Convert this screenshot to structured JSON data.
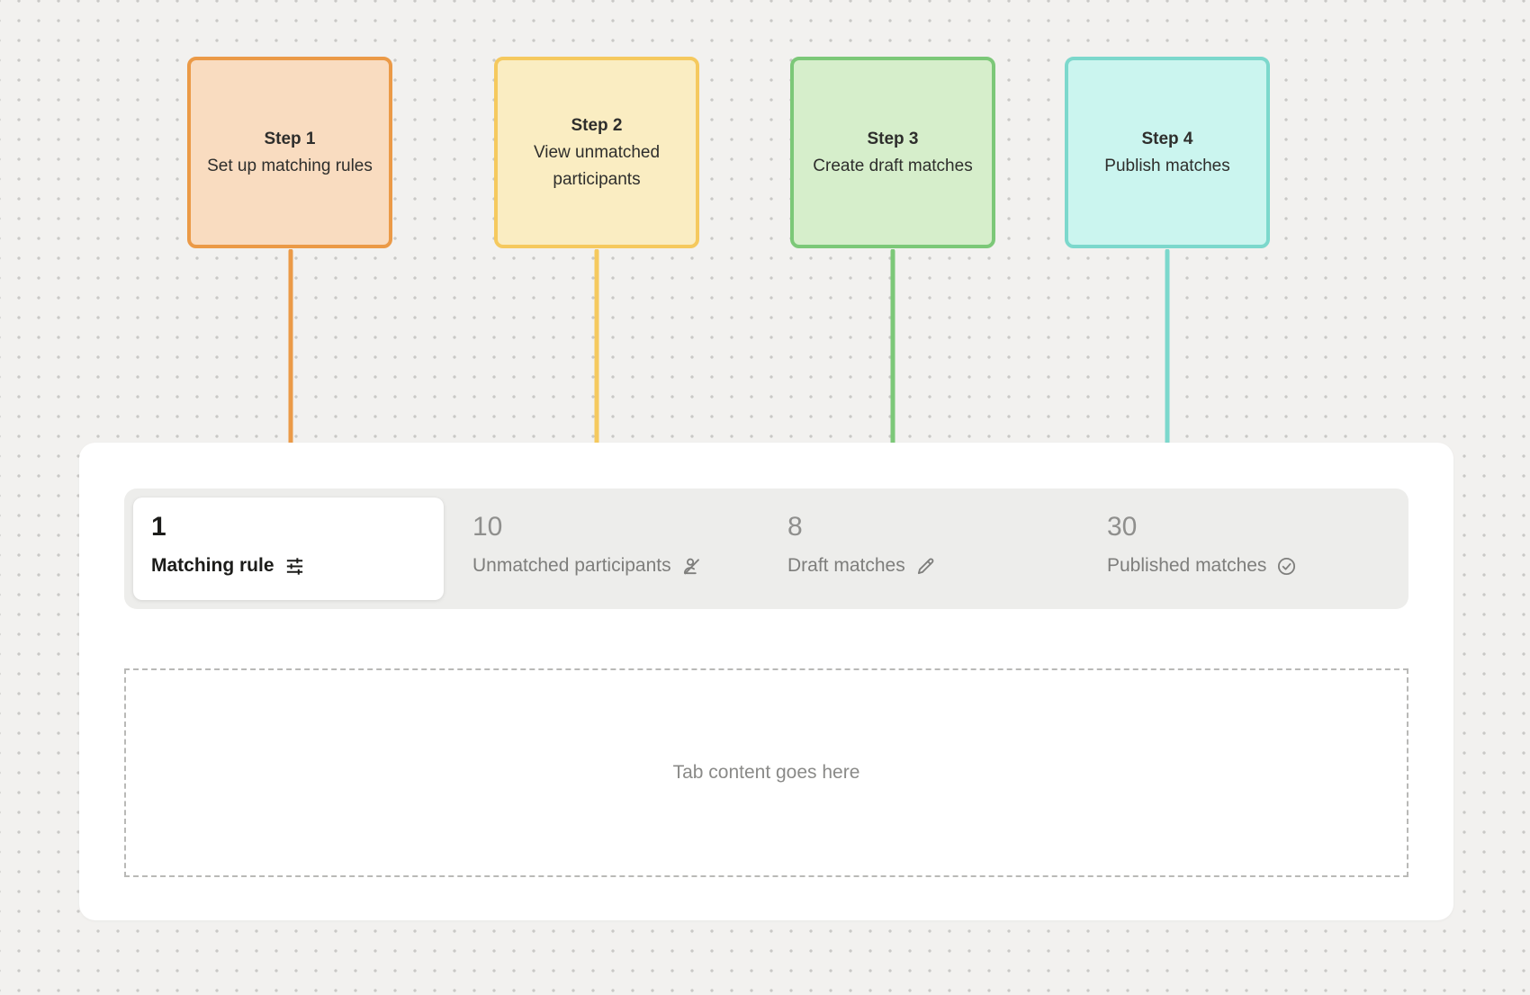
{
  "colors": {
    "background": "#f2f1ef",
    "dot": "#c9c8c6",
    "card": "#ffffff",
    "tabbar_bg": "#ededeb",
    "active_text": "#1c1c1a",
    "inactive_number": "#8f8f8d",
    "inactive_label": "#7e7e7c",
    "placeholder_text": "#8a8a88",
    "dashed_border": "#b9b9b7",
    "step_text": "#2e2e2c"
  },
  "steps": [
    {
      "title": "Step 1",
      "description": "Set up matching rules",
      "fill": "#f9dcc0",
      "border": "#eb9a47"
    },
    {
      "title": "Step 2",
      "description": "View unmatched participants",
      "fill": "#faedc2",
      "border": "#f5c95e"
    },
    {
      "title": "Step 3",
      "description": "Create draft matches",
      "fill": "#d6eecb",
      "border": "#7cc878"
    },
    {
      "title": "Step 4",
      "description": "Publish matches",
      "fill": "#cbf5ef",
      "border": "#7cd8cc"
    }
  ],
  "tabs": [
    {
      "count": "1",
      "label": "Matching rule",
      "icon": "sliders-icon",
      "active": true
    },
    {
      "count": "10",
      "label": "Unmatched participants",
      "icon": "user-slash-icon",
      "active": false
    },
    {
      "count": "8",
      "label": "Draft matches",
      "icon": "pencil-icon",
      "active": false
    },
    {
      "count": "30",
      "label": "Published matches",
      "icon": "check-circle-icon",
      "active": false
    }
  ],
  "content": {
    "placeholder": "Tab content goes here"
  }
}
